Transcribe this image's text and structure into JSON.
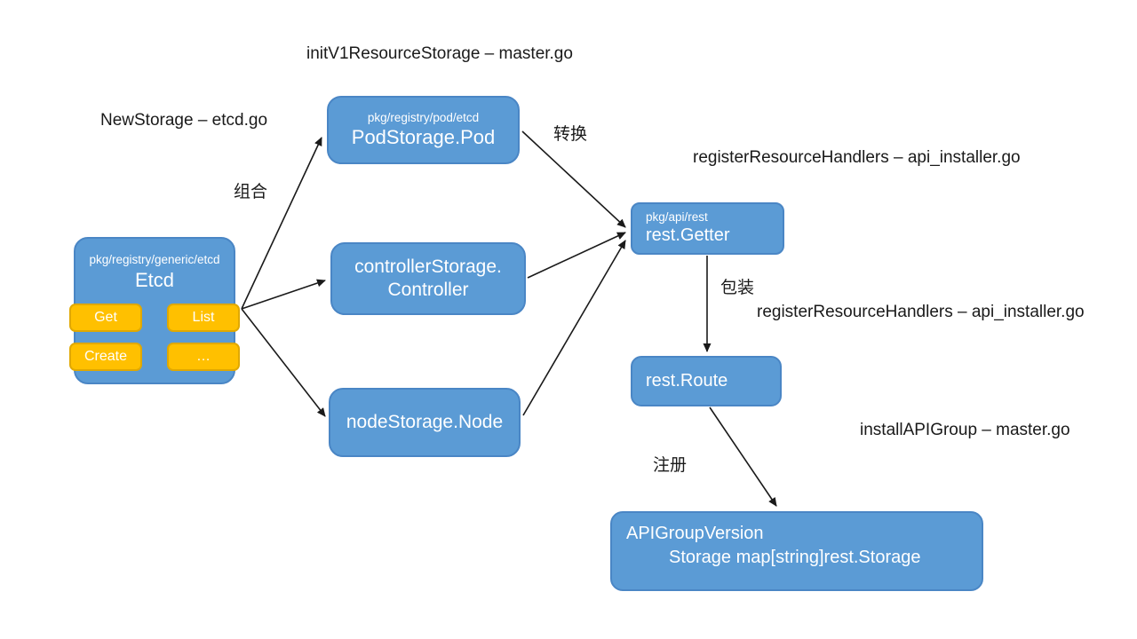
{
  "annotations": {
    "init_v1": "initV1ResourceStorage  – master.go",
    "new_storage": "NewStorage – etcd.go",
    "register_handlers_top": "registerResourceHandlers  – api_installer.go",
    "register_handlers_mid": "registerResourceHandlers  – api_installer.go",
    "install_api_group": "installAPIGroup – master.go"
  },
  "edge_labels": {
    "compose": "组合",
    "convert": "转换",
    "wrap": "包装",
    "register": "注册"
  },
  "nodes": {
    "etcd": {
      "package": "pkg/registry/generic/etcd",
      "title": "Etcd",
      "buttons": [
        "Get",
        "List",
        "Create",
        "…"
      ]
    },
    "pod_storage": {
      "package": "pkg/registry/pod/etcd",
      "title": "PodStorage.Pod"
    },
    "controller_storage": {
      "line1": "controllerStorage.",
      "line2": "Controller"
    },
    "node_storage": {
      "title": "nodeStorage.Node"
    },
    "rest_getter": {
      "package": "pkg/api/rest",
      "title": "rest.Getter"
    },
    "rest_route": {
      "title": "rest.Route"
    },
    "api_group_version": {
      "line1": "APIGroupVersion",
      "line2": "Storage map[string]rest.Storage"
    }
  },
  "colors": {
    "node_fill": "#5B9BD5",
    "node_border": "#4A86C5",
    "button_fill": "#FFC000",
    "button_border": "#E0A800",
    "arrow": "#1A1A1A",
    "node_text": "#FFFFFF",
    "annotation_text": "#1A1A1A"
  }
}
